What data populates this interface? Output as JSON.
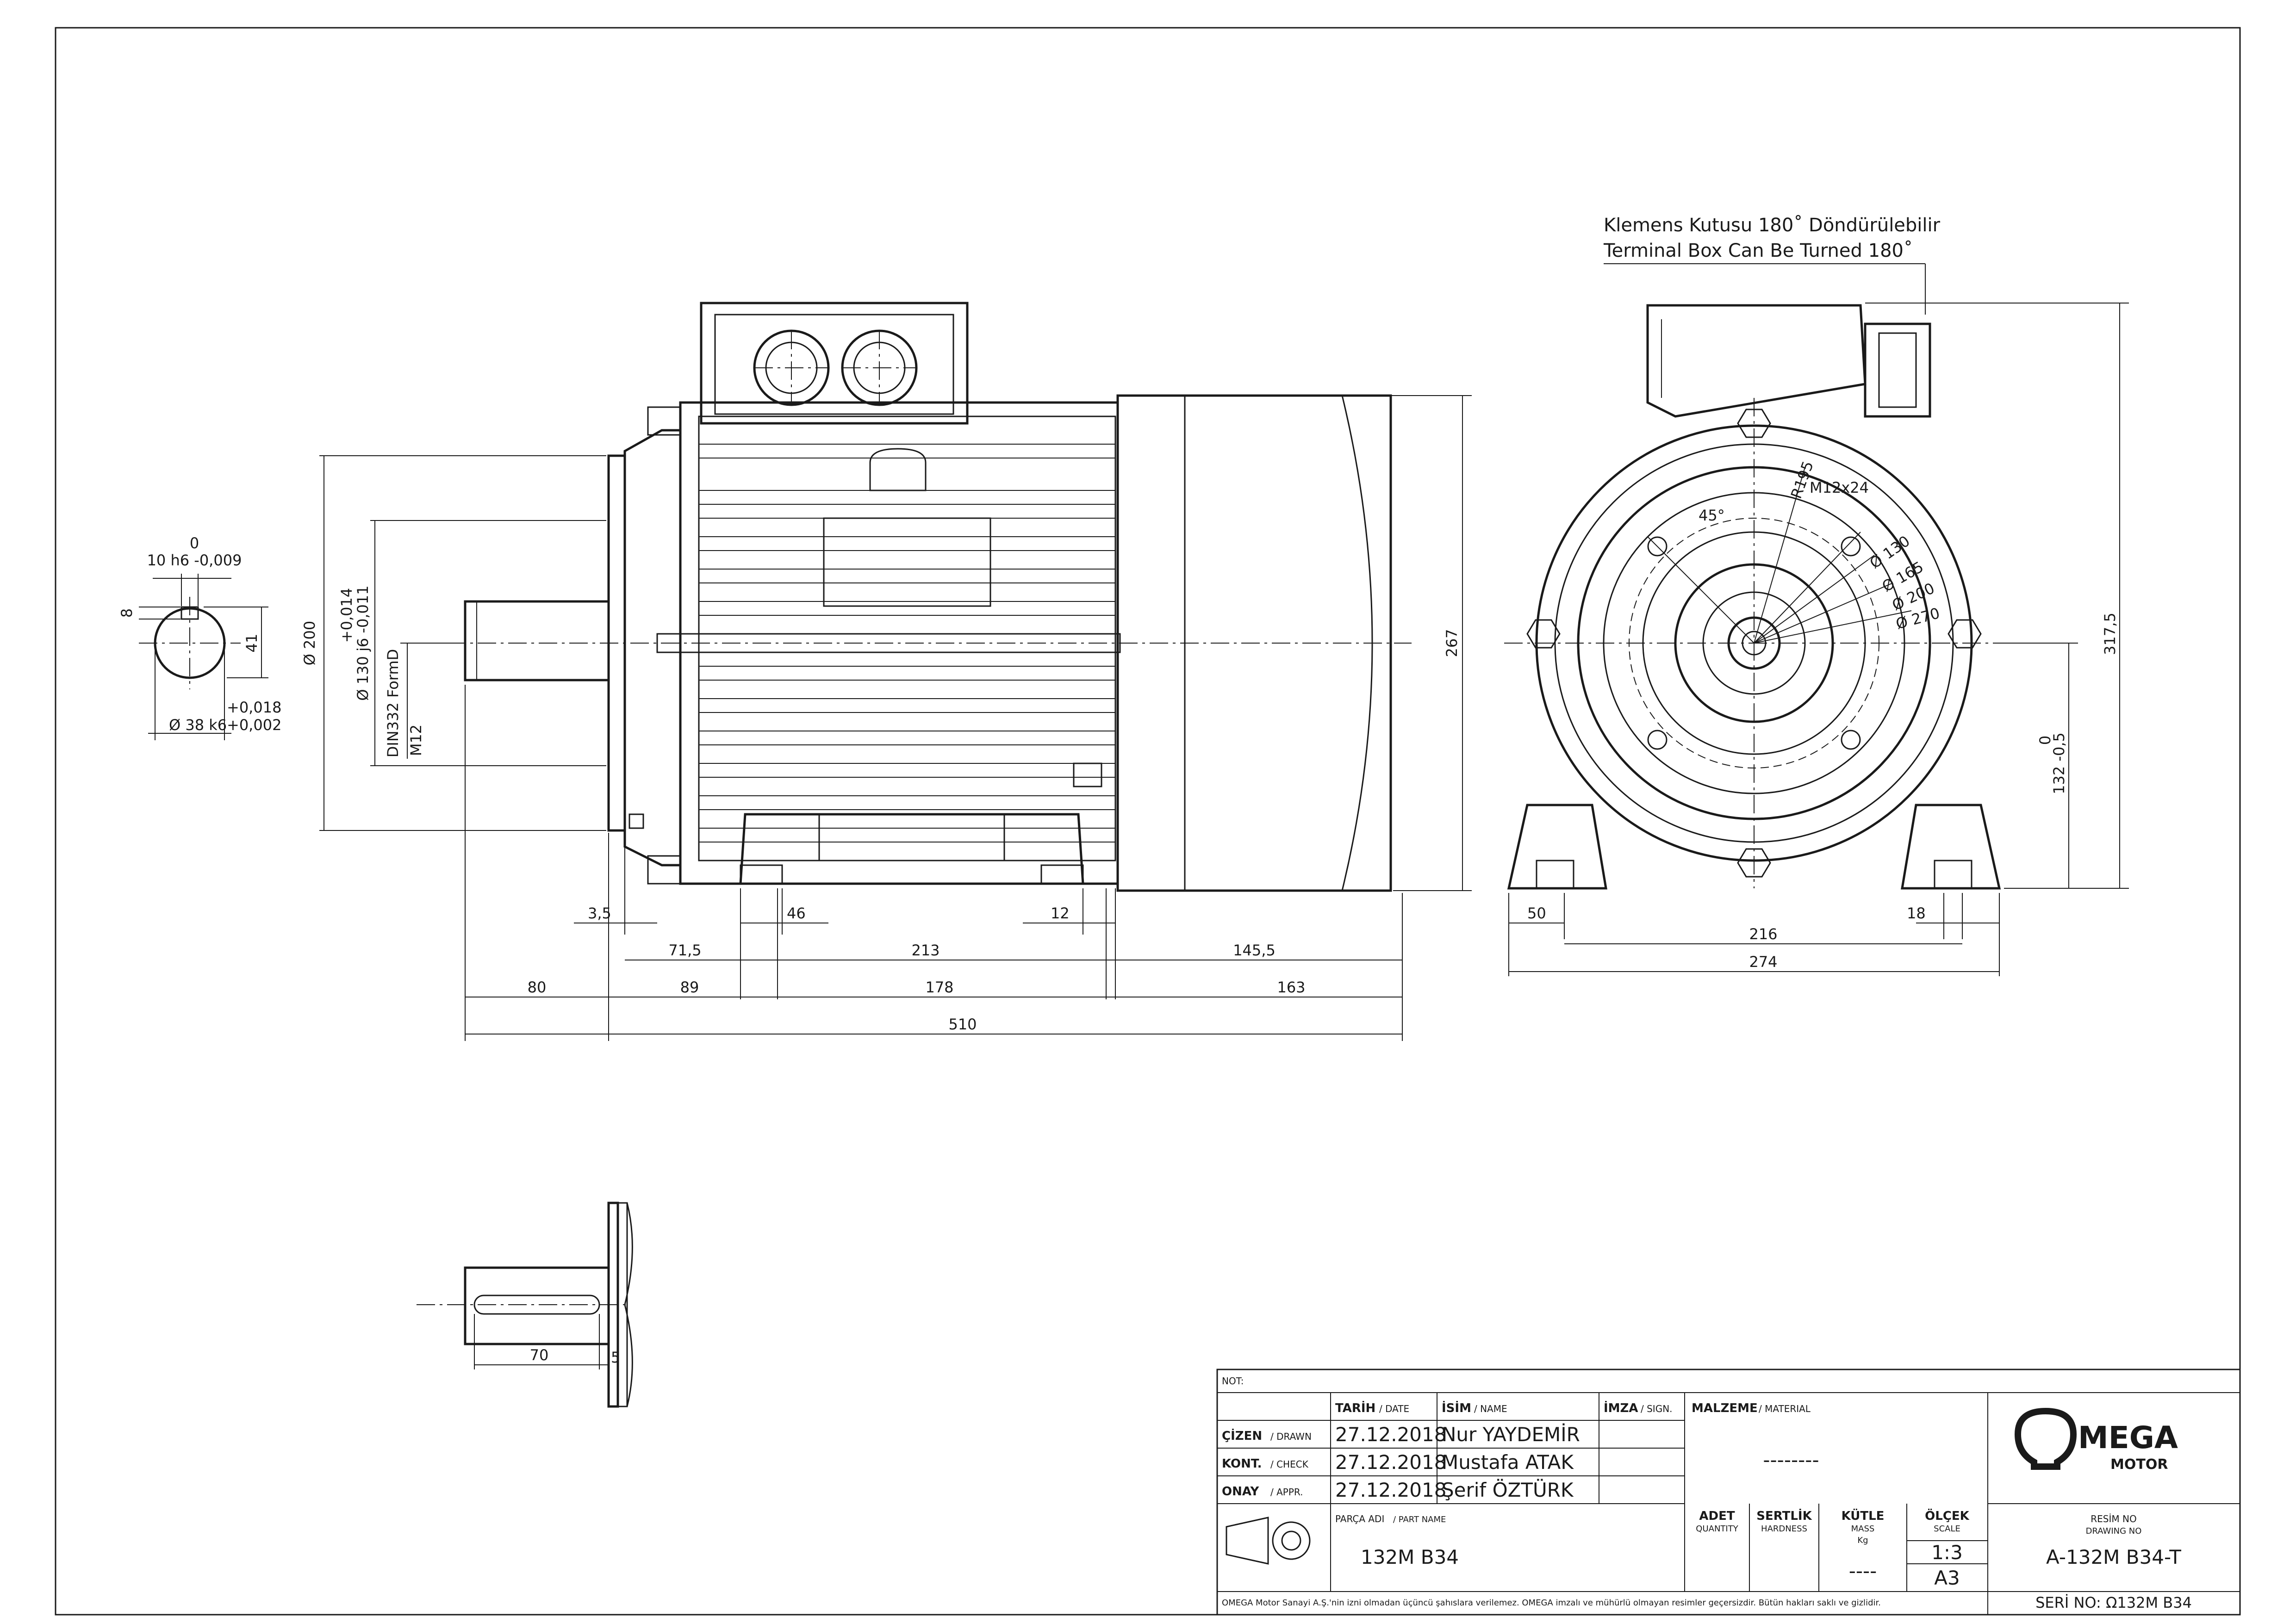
{
  "note": {
    "line1": "Klemens Kutusu 180˚ Döndürülebilir",
    "line2": "Terminal Box Can Be Turned 180˚"
  },
  "dims": {
    "key_tol_top": "0",
    "key_width": "10 h6 -0,009",
    "key_depth": "8",
    "key_height": "41",
    "shaft_tol_top": "+0,018",
    "shaft_dia": "Ø 38 k6",
    "shaft_tol_bot": "+0,002",
    "flange_200": "Ø 200",
    "flange_tol_top": "+0,014",
    "spigot": "Ø 130 j6 -0,011",
    "din": "DIN332 FormD",
    "m12": "M12",
    "height_267": "267",
    "d_3_5": "3,5",
    "d_46": "46",
    "d_12": "12",
    "d_71_5": "71,5",
    "d_213": "213",
    "d_145_5": "145,5",
    "d_80": "80",
    "d_89": "89",
    "d_178": "178",
    "d_163": "163",
    "d_510": "510",
    "d_50": "50",
    "d_18": "18",
    "d_216": "216",
    "d_274": "274",
    "r195": "R195",
    "m12x24": "M12x24",
    "a45": "45°",
    "c130": "Ø 130",
    "c165": "Ø 165",
    "c200": "Ø 200",
    "c270": "Ø 270",
    "h_tol_top": "0",
    "h_132": "132 -0,5",
    "h_317": "317,5",
    "d_70": "70",
    "d_5": "5"
  },
  "title_block": {
    "not": "NOT:",
    "tarih": "TARİH",
    "date": "/ DATE",
    "isim": "İSİM",
    "name": "/ NAME",
    "imza": "İMZA",
    "sign": "/ SIGN.",
    "malzeme": "MALZEME",
    "material": "/ MATERIAL",
    "material_value": "--------",
    "cizen": "ÇİZEN",
    "drawn": "/ DRAWN",
    "kont": "KONT.",
    "check": "/ CHECK",
    "onay": "ONAY",
    "appr": "/ APPR.",
    "date1": "27.12.2018",
    "date2": "27.12.2018",
    "date3": "27.12.2018",
    "name1": "Nur YAYDEMİR",
    "name2": "Mustafa ATAK",
    "name3": "Şerif ÖZTÜRK",
    "parca_adi": "PARÇA ADI",
    "part_name": "/ PART NAME",
    "part_value": "132M B34",
    "adet": "ADET",
    "quantity": "QUANTITY",
    "sertlik": "SERTLİK",
    "hardness": "HARDNESS",
    "kutle": "KÜTLE",
    "mass": "MASS",
    "kg": "Kg",
    "mass_value": "----",
    "olcek": "ÖLÇEK",
    "scale": "SCALE",
    "scale_value": "1:3",
    "sheet_size": "A3",
    "resim_no": "RESİM NO",
    "drawing_no": "DRAWING NO",
    "drawing_value": "A-132M B34-T",
    "seri_no": "SERİ NO: Ω132M B34",
    "footer": "OMEGA Motor Sanayi A.Ş.'nin izni olmadan üçüncü şahıslara verilemez. OMEGA imzalı ve mühürlü olmayan resimler geçersizdir. Bütün hakları saklı ve gizlidir.",
    "logo_main": "MEGA",
    "logo_sub": "MOTOR"
  }
}
